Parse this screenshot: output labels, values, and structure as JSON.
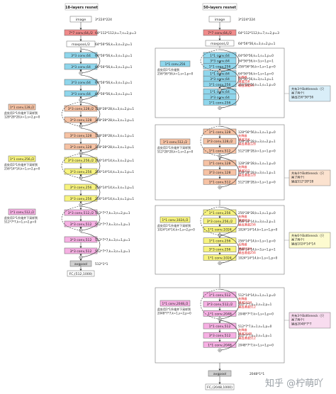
{
  "colors": {
    "red": "#f08b8b",
    "blue": "#8fd6ec",
    "purple": "#b3b3ee",
    "peach": "#f6c2a4",
    "yellow": "#f7f37e",
    "pink": "#f6b0e3",
    "gray": "#cfcfcf",
    "white": "#ffffff",
    "panel_orange": "#fbe2cf",
    "panel_blue": "#d9eef8",
    "panel_yellow": "#fdfbd0",
    "panel_pink": "#f8dcef",
    "note_red": "#e02020"
  },
  "resnet18": {
    "title": "18-layers resnet",
    "input": "image",
    "input_shape": "3*224*224",
    "conv1": "7*7 conv,64,/2",
    "conv1_note": "64*112*112,k=7,s=2,p=3",
    "pool": "maxpool,/2",
    "pool_note": "64*56*56,k=3,s=2,p=1",
    "stage1": [
      {
        "label": "3*3 conv,64",
        "note": "64*56*56,k=3,s=1,p=1"
      },
      {
        "label": "3*3 conv,64",
        "note": "64*56*56,k=3,s=1,p=1"
      },
      {
        "label": "3*3 conv,64",
        "note": "64*56*56,k=3,s=1,p=1"
      },
      {
        "label": "3*3 conv,64",
        "note": "64*56*56,k=3,s=1,p=1"
      }
    ],
    "stage2_proj": "1*1 conv,128,/2",
    "stage2_proj_note": "此处用1*1升维并下采样到 128*28*28,k=1,s=2,p=0",
    "stage2": [
      {
        "label": "3*3 conv,128,/2",
        "note": "128*28*28,k=3,s=2,p=1"
      },
      {
        "label": "3*3 conv,128",
        "note": "128*28*28,k=3,s=1,p=1"
      },
      {
        "label": "3*3 conv,128",
        "note": "128*28*28,k=3,s=1,p=1"
      },
      {
        "label": "3*3 conv,128",
        "note": "128*28*28,k=3,s=1,p=1"
      }
    ],
    "stage3_proj": "1*1 conv,256,/2",
    "stage3_proj_note": "此处用1*1升维并下采样到 256*14*14,k=1,s=2,p=0",
    "stage3": [
      {
        "label": "3*3 conv,256,/2",
        "note": "256*14*14,k=3,s=2,p=1"
      },
      {
        "label": "3*3 conv,256",
        "note": "256*14*14,k=3,s=1,p=1"
      },
      {
        "label": "3*3 conv,256",
        "note": "256*14*14,k=3,s=1,p=1"
      },
      {
        "label": "3*3 conv,256",
        "note": "256*14*14,k=3,s=1,p=1"
      }
    ],
    "stage4_proj": "1*1 conv,512,/2",
    "stage4_proj_note": "此处用1*1升维并下采样到 512*7*7,k=1,s=2,p=0",
    "stage4": [
      {
        "label": "3*3 conv,512,/2",
        "note": "512*7*7,k=3,s=2,p=1"
      },
      {
        "label": "3*3 conv,512",
        "note": "512*7*7,k=3,s=1,p=1"
      },
      {
        "label": "3*3 conv,512",
        "note": "512*7*7,k=3,s=1,p=1"
      },
      {
        "label": "3*3 conv,512",
        "note": "512*7*7,k=3,s=1,p=1"
      }
    ],
    "avgpool": "avgpool",
    "avgpool_note": "512*1*1",
    "fc": "FC,(512,1000)"
  },
  "resnet50": {
    "title": "50-layers resnet",
    "input": "image",
    "input_shape": "3*224*224",
    "conv1": "7*7 conv,64,/2",
    "conv1_note": "64*112*112,k=7,s=2,p=3",
    "pool": "maxpool,/2",
    "pool_note": "64*56*56,k=3,s=2,p=1",
    "stage1_proj": "1*1 conv,256",
    "stage1_proj_note": "此处用1*1升维到 256*56*56,k=1,s=1,p=0",
    "stage1": [
      {
        "label": "1*1 conv,64",
        "note": "64*56*56,k=1,s=1,p=0"
      },
      {
        "label": "3*3 conv,64",
        "note": "64*56*56,k=3,s=1,p=1"
      },
      {
        "label": "1*1 conv,256",
        "note": "256*56*56,k=1,s=1,p=0"
      },
      {
        "label": "1*1 conv,64",
        "note": "64*56*56,k=1,s=1,p=0 先降维,通道256,输出通道64"
      },
      {
        "label": "3*3 conv,64",
        "note": "64*56*56,k=3,s=1,p=1"
      },
      {
        "label": "1*1 conv,256",
        "note": "256*56*56,k=1,s=1,p=0"
      },
      {
        "label": "1*1 conv,64",
        "note": ""
      },
      {
        "label": "3*3 conv,64",
        "note": ""
      },
      {
        "label": "1*1 conv,256",
        "note": ""
      }
    ],
    "stage1_side": "共有3个Bottleneck（只画了两个） 输出256*56*56",
    "stage2_proj": "1*1 conv,512,/2",
    "stage2_proj_note": "此处用1*1升维并下采样到 512*28*28,k=1,s=2,p=0",
    "stage2": [
      {
        "label": "1*1 conv,128",
        "note": "128*56*56,k=1,s=1,p=0 先降维,通道256,输出通道128"
      },
      {
        "label": "3*3 conv,128,/2",
        "note": "128*28*28,k=3,s=2,p=1"
      },
      {
        "label": "1*1 conv,512",
        "note": "512*28*28,k=1,s=1,p=0"
      },
      {
        "label": "1*1 conv,128",
        "note": "128*28*28,k=1,s=1,p=0 先降维,通道512,输出通道128"
      },
      {
        "label": "3*3 conv,128",
        "note": "128*28*28,k=3,s=1,p=1"
      },
      {
        "label": "1*1 conv,512",
        "note": "512*28*28,k=1,s=1,p=0"
      }
    ],
    "stage2_side": "共有4个Bottleneck（只画了两个） 输出512*28*28",
    "stage3_proj": "1*1 conv,1024,/2",
    "stage3_proj_note": "此处用1*1升维并下采样到 1024*14*14,k=1,s=2,p=0",
    "stage3": [
      {
        "label": "1*1 conv,256",
        "note": "256*28*28,k=1,s=1,p=0 先降维,通道512,输出通道256"
      },
      {
        "label": "3*3 conv,256,/2",
        "note": "256*14*14,k=3,s=2,p=1"
      },
      {
        "label": "1*1 conv,1024",
        "note": "1024*14*14,k=1,s=1,p=0"
      },
      {
        "label": "1*1 conv,256",
        "note": "256*14*14,k=1,s=1,p=0 先降维,通道1024,输出通道256"
      },
      {
        "label": "3*3 conv,256",
        "note": "256*14*14,k=3,s=1,p=1"
      },
      {
        "label": "1*1 conv,1024",
        "note": "1024*14*14,k=1,s=1,p=0"
      }
    ],
    "stage3_side": "共有6个Bottleneck（只画了两个） 输出1024*14*14",
    "stage4_proj": "1*1 conv,2048,/2",
    "stage4_proj_note": "此处用1*1升维并下采样到 2048*7*7,k=1,s=2,p=0",
    "stage4": [
      {
        "label": "1*1 conv,512",
        "note": "512*14*14,k=1,s=1,p=0 先降维,通道1024,输出通道512"
      },
      {
        "label": "3*3 conv,512,/2",
        "note": "512*7*7,k=3,s=2,p=1"
      },
      {
        "label": "1*1 conv,2048",
        "note": "2048*7*7,k=1,s=1,p=0"
      },
      {
        "label": "1*1 conv,512",
        "note": "512*7*7,k=1,s=1,p=0 先降维,通道2048,输出通道512"
      },
      {
        "label": "3*3 conv,512",
        "note": "512*7*7,k=3,s=1,p=1"
      },
      {
        "label": "1*1 conv,2048",
        "note": "2048*7*7,k=1,s=1,p=0"
      }
    ],
    "stage4_side": "共有3个Bottleneck（只画了两个） 输出2048*7*7",
    "avgpool": "avgpool",
    "avgpool_note": "2048*1*1",
    "fc": "FC,(2048,1000)"
  },
  "watermark": "知乎 @柠萌吖"
}
